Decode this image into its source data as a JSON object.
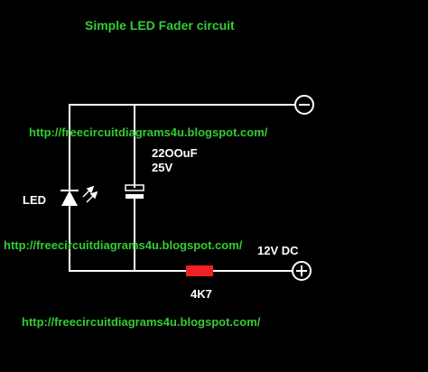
{
  "title": "Simple LED Fader circuit",
  "watermarks": [
    "http://freecircuitdiagrams4u.blogspot.com/",
    "http://freecircuitdiagrams4u.blogspot.com/",
    "http://freecircuitdiagrams4u.blogspot.com/"
  ],
  "capacitor": {
    "value": "22OOuF",
    "voltage": "25V"
  },
  "led": {
    "label": "LED"
  },
  "supply": {
    "label": "12V DC"
  },
  "resistor": {
    "value": "4K7"
  },
  "terminals": {
    "negative": "−",
    "positive": "+"
  },
  "colors": {
    "background": "#000000",
    "wire": "#ffffff",
    "title": "#33cc33",
    "watermark": "#33cc33",
    "resistor": "#ee2222"
  },
  "icons": {
    "led": "led-diode-icon",
    "capacitor": "capacitor-icon",
    "resistor": "resistor-icon",
    "negative_terminal": "minus-terminal-icon",
    "positive_terminal": "plus-terminal-icon"
  }
}
